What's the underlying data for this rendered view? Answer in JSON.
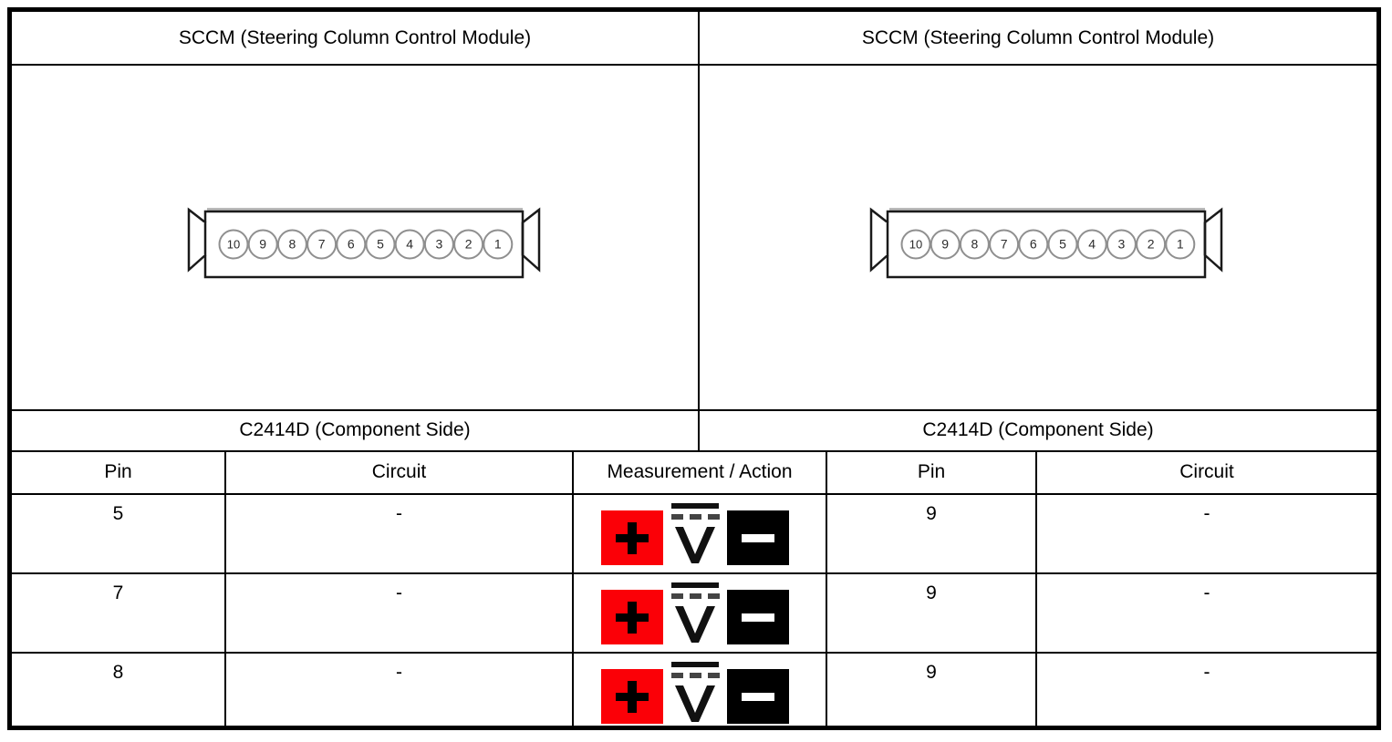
{
  "document": {
    "type": "connector-pinout-measurement-table",
    "panels": [
      {
        "side": "left",
        "module_title": "SCCM (Steering Column Control Module)",
        "connector_caption": "C2414D (Component Side)",
        "connector": {
          "name": "C2414D",
          "pin_count": 10,
          "pin_labels": [
            "10",
            "9",
            "8",
            "7",
            "6",
            "5",
            "4",
            "3",
            "2",
            "1"
          ],
          "latch_left": true,
          "latch_right": true
        },
        "columns": [
          "Pin",
          "Circuit"
        ],
        "rows": [
          {
            "pin": "5",
            "circuit": "-"
          },
          {
            "pin": "7",
            "circuit": "-"
          },
          {
            "pin": "8",
            "circuit": "-"
          }
        ]
      },
      {
        "side": "right",
        "module_title": "SCCM (Steering Column Control Module)",
        "connector_caption": "C2414D (Component Side)",
        "connector": {
          "name": "C2414D",
          "pin_count": 10,
          "pin_labels": [
            "10",
            "9",
            "8",
            "7",
            "6",
            "5",
            "4",
            "3",
            "2",
            "1"
          ],
          "latch_left": true,
          "latch_right": true
        },
        "columns": [
          "Pin",
          "Circuit"
        ],
        "rows": [
          {
            "pin": "9",
            "circuit": "-"
          },
          {
            "pin": "9",
            "circuit": "-"
          },
          {
            "pin": "9",
            "circuit": "-"
          }
        ]
      }
    ],
    "measurement_column": {
      "header": "Measurement / Action",
      "rows": [
        {
          "icons": [
            "positive-lead-icon",
            "dc-voltage-icon",
            "negative-lead-icon"
          ],
          "positive_symbol": "+",
          "meter_symbol": "V",
          "negative_symbol": "-"
        },
        {
          "icons": [
            "positive-lead-icon",
            "dc-voltage-icon",
            "negative-lead-icon"
          ],
          "positive_symbol": "+",
          "meter_symbol": "V",
          "negative_symbol": "-"
        },
        {
          "icons": [
            "positive-lead-icon",
            "dc-voltage-icon",
            "negative-lead-icon"
          ],
          "positive_symbol": "+",
          "meter_symbol": "V",
          "negative_symbol": "-"
        }
      ]
    },
    "colors": {
      "positive_lead": "#fb0007",
      "negative_lead": "#000000",
      "border": "#000000",
      "background": "#ffffff",
      "connector_outline": "#1a1a1a",
      "connector_pin_outline": "#8f8f8f",
      "connector_shadow": "#b9b9b9"
    }
  }
}
